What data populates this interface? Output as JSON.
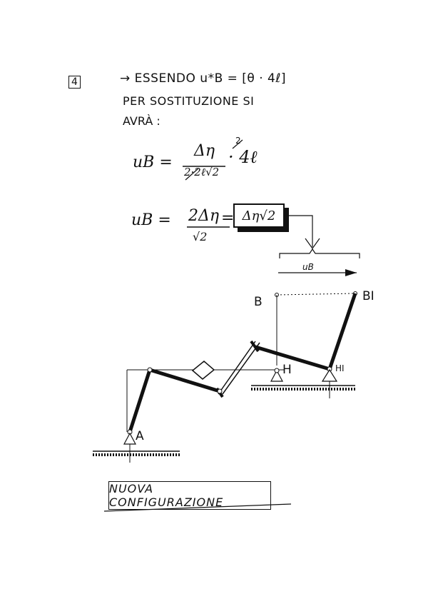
{
  "step": {
    "label": "4"
  },
  "text": {
    "line1": "→ ESSENDO u*B = [θ · 4ℓ]",
    "line2": "PER SOSTITUZIONE SI",
    "line3": "AVRÀ :"
  },
  "equation1": {
    "lhs": "uB =",
    "numerator": "Δη",
    "denominator": "2·2ℓ√2",
    "multiplier": "· 4ℓ",
    "cancel_mark": "2"
  },
  "equation2": {
    "lhs": "uB =",
    "numerator": "2Δη",
    "denominator": "√2",
    "equals": "=",
    "result": "Δη√2"
  },
  "diagram": {
    "displacement_label": "uB",
    "point_B": "B",
    "point_B1": "BI",
    "point_H": "H",
    "point_H1": "HI",
    "point_A": "A"
  },
  "caption": "NUOVA CONFIGURAZIONE"
}
